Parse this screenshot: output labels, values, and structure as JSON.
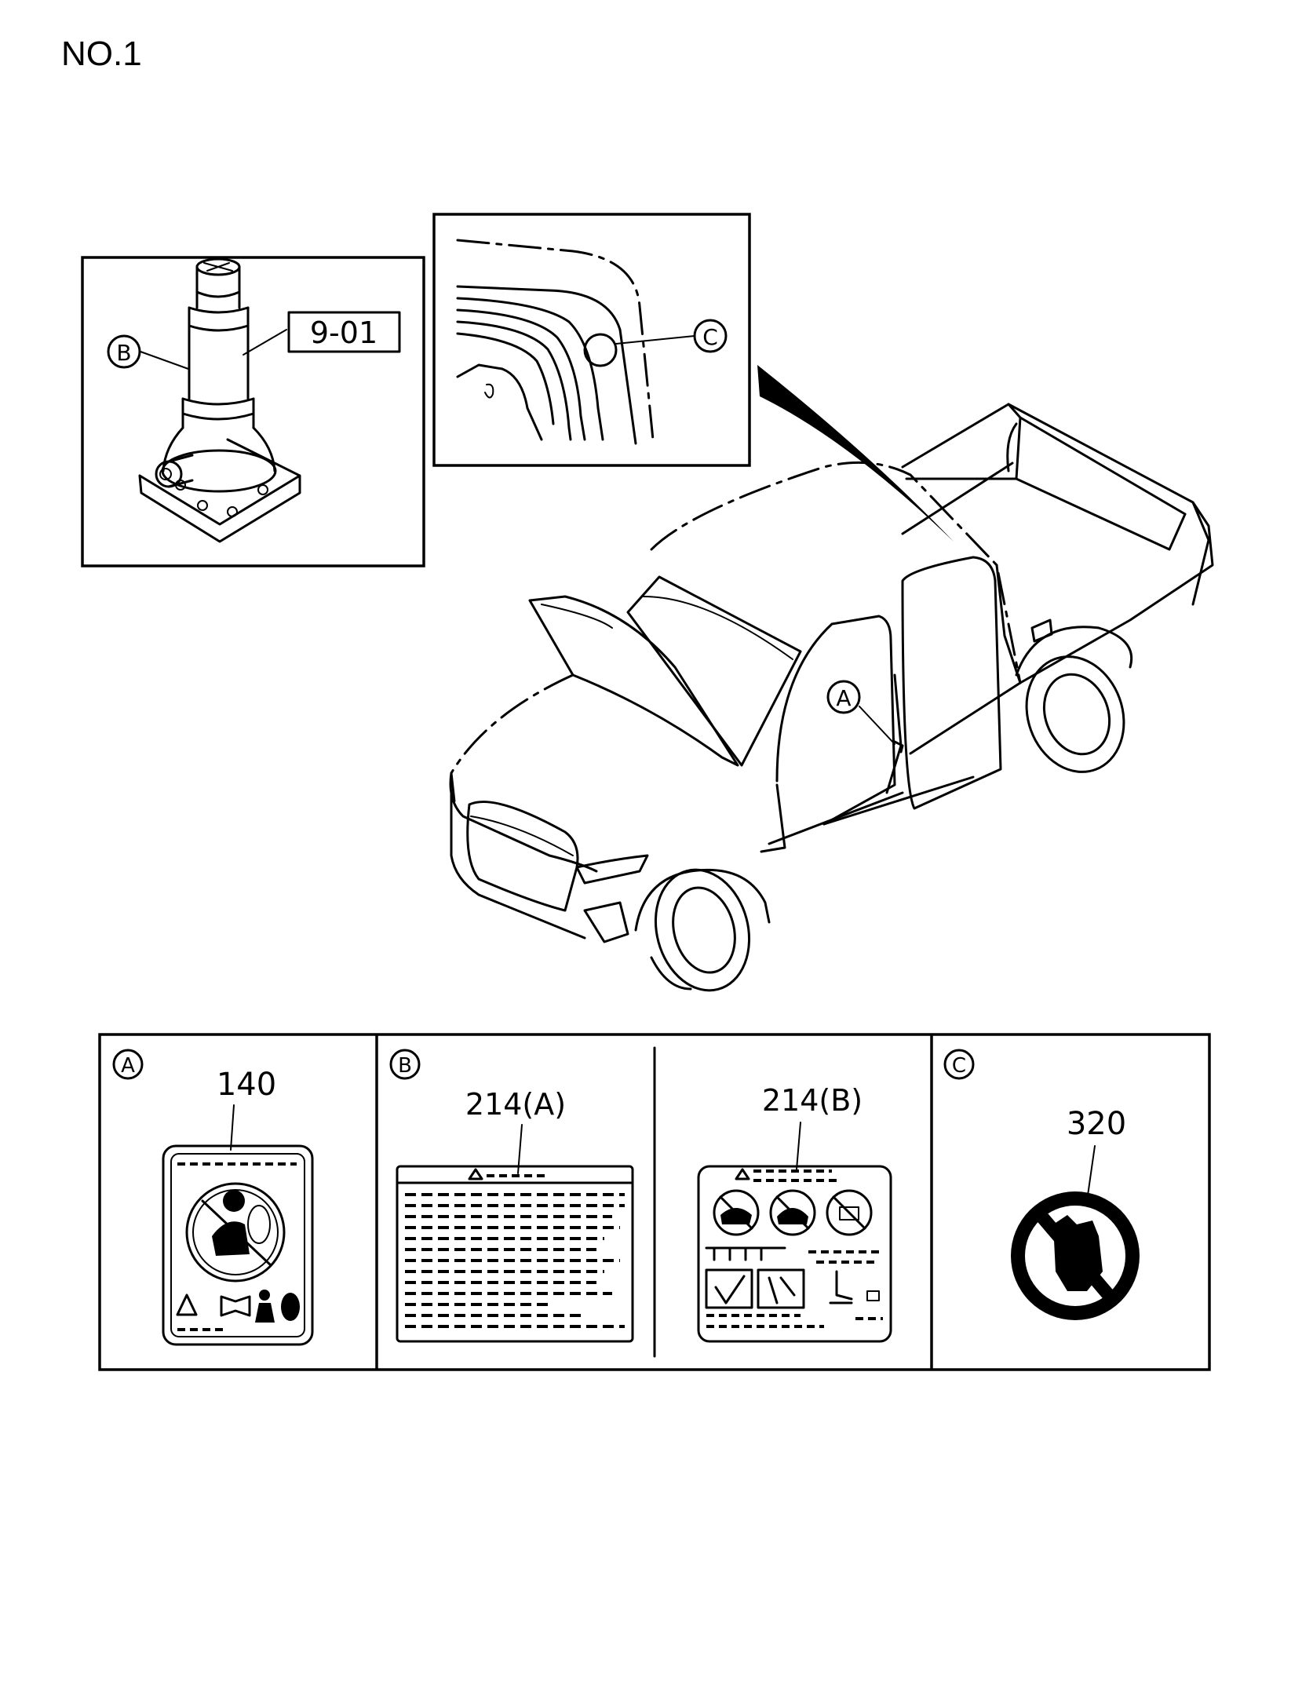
{
  "page": {
    "label": "NO.1"
  },
  "callouts": {
    "jack_ref": "9-01",
    "circle_a": "A",
    "circle_b": "B",
    "circle_c": "C"
  },
  "labels": {
    "panel_a": {
      "letter": "A",
      "part": "140"
    },
    "panel_b": {
      "letter": "B",
      "part_left": "214(A)",
      "part_right": "214(B)"
    },
    "panel_c": {
      "letter": "C",
      "part": "320"
    }
  }
}
